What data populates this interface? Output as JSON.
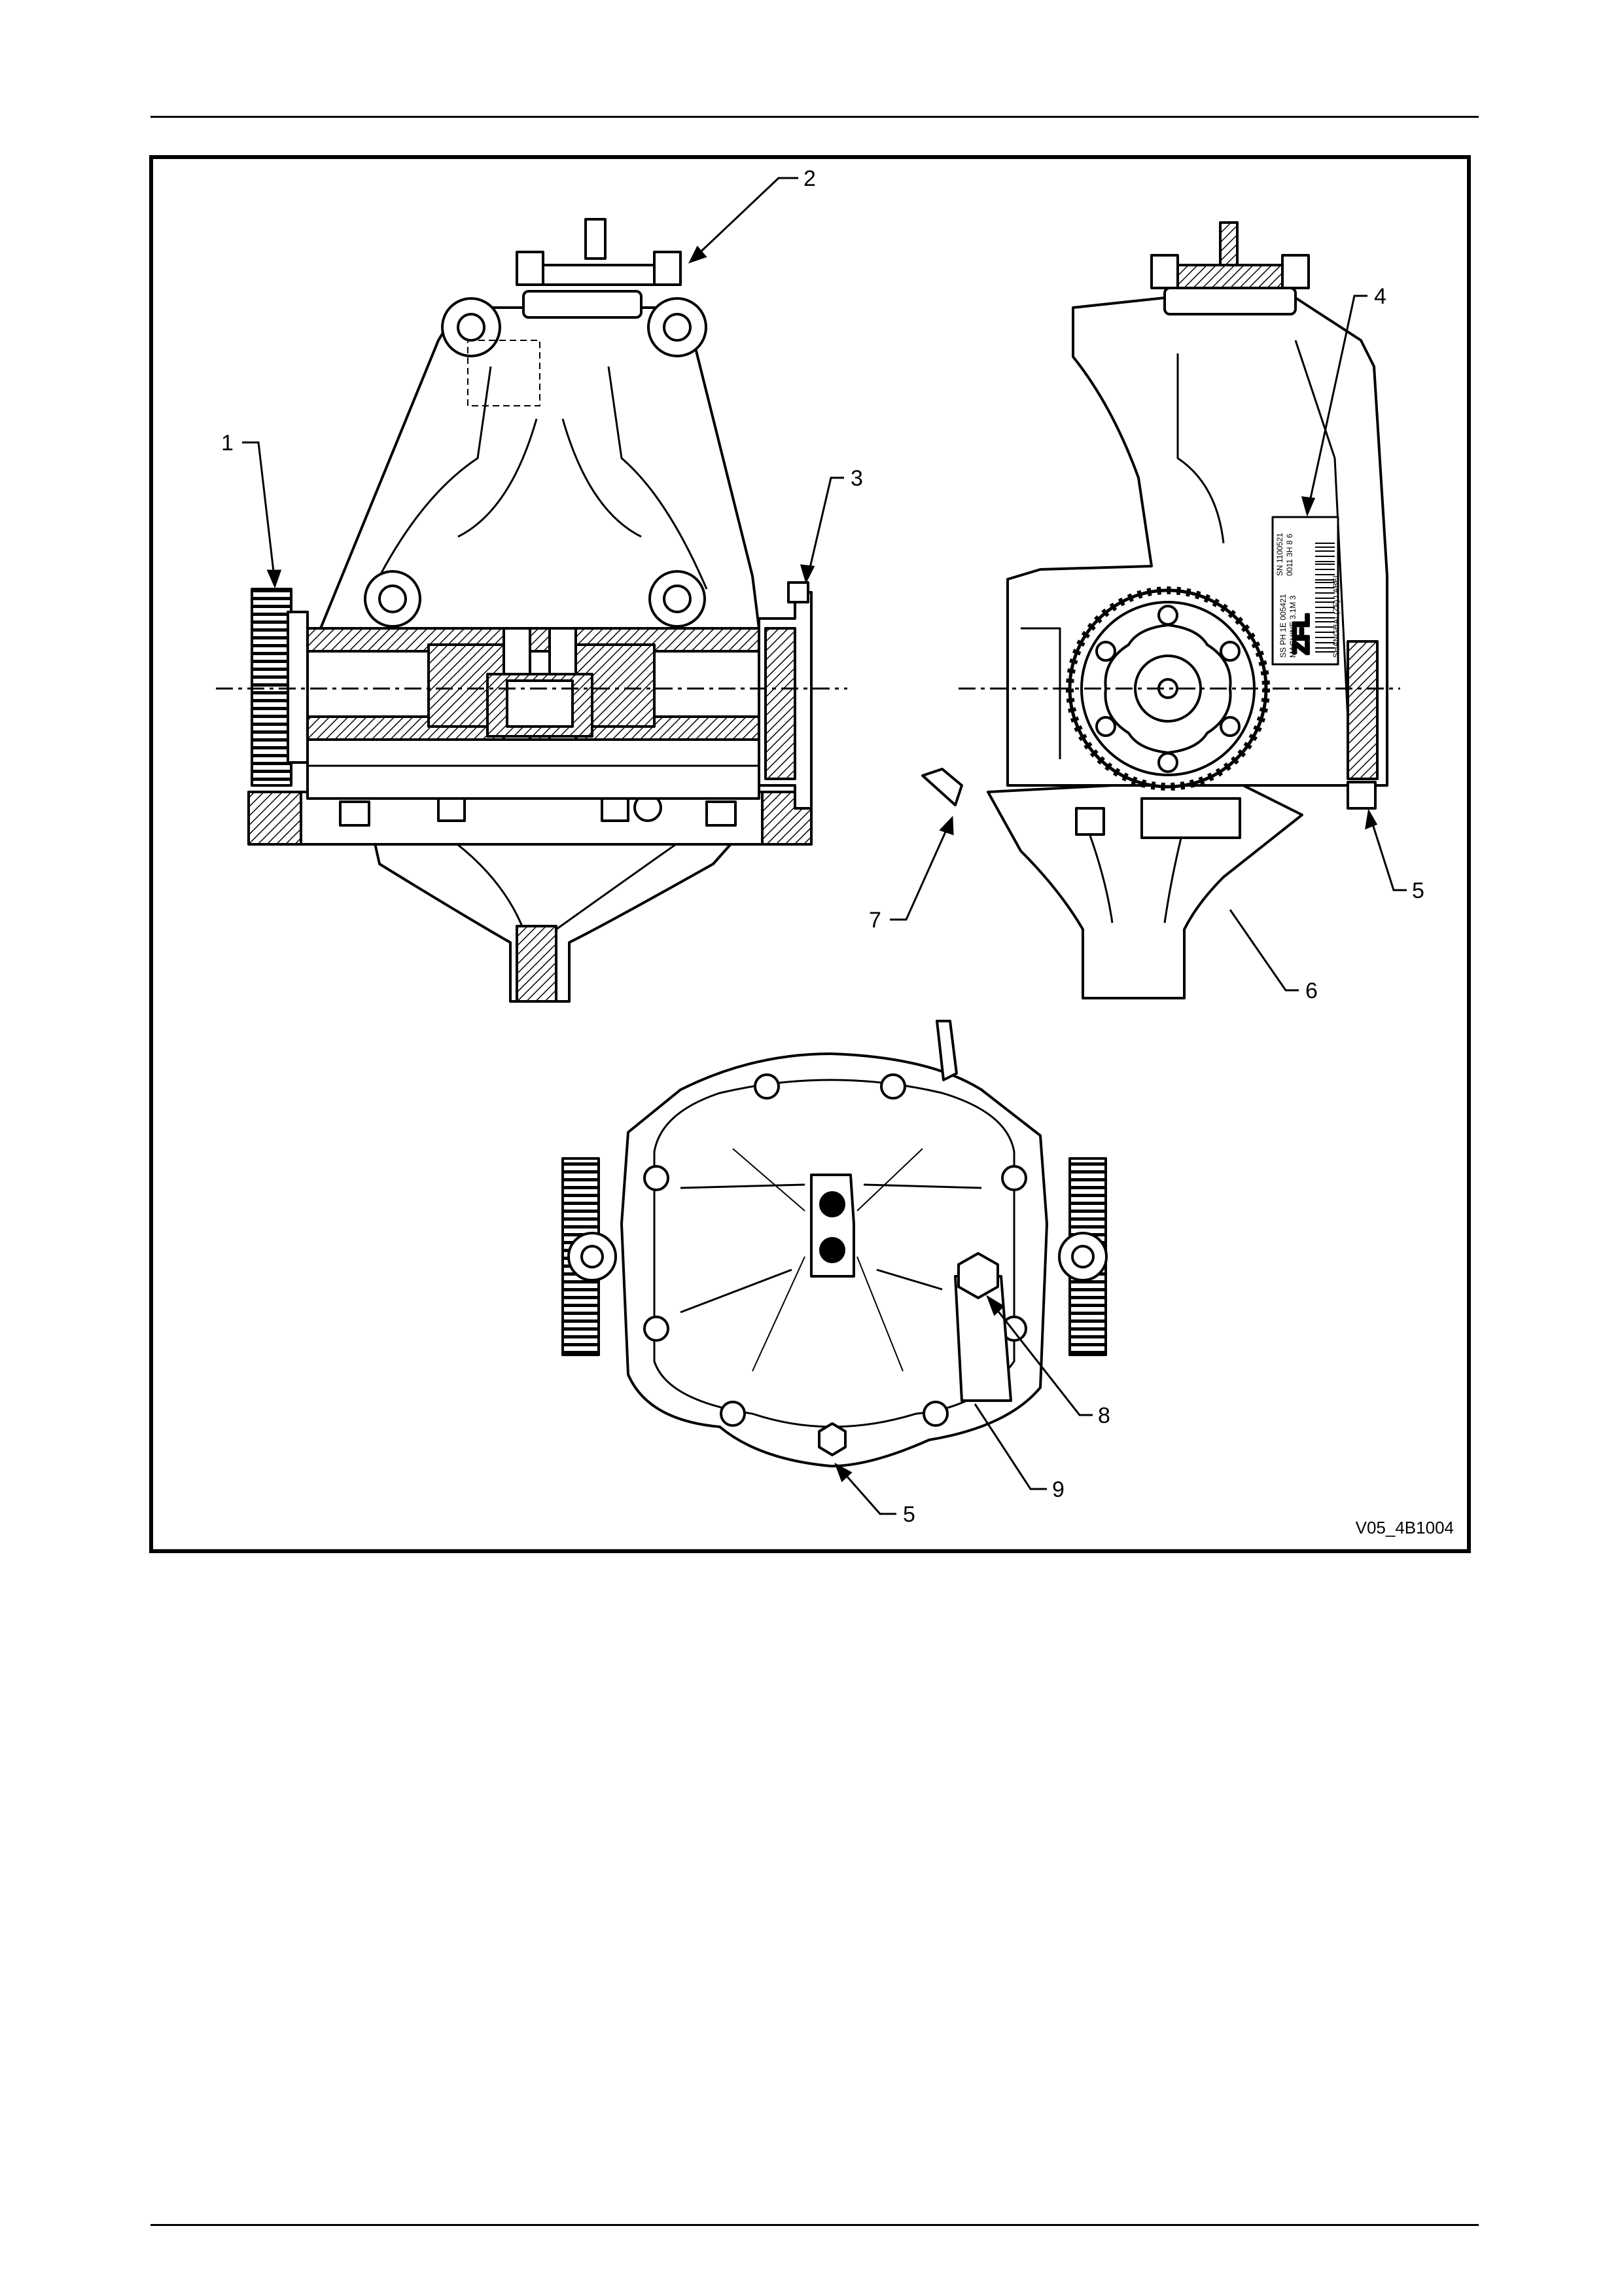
{
  "figure": {
    "code": "V05_4B1004",
    "callouts": [
      "1",
      "2",
      "3",
      "4",
      "5",
      "6",
      "7",
      "8",
      "9",
      "5"
    ],
    "label": {
      "brand": "ZFL",
      "lines": [
        "SHANGHAI (ZF) LABEL",
        "SS PH 1E 005421",
        "MACHINE 3.1M 3",
        "SN 1100521",
        "0011 3H 8 6"
      ]
    }
  }
}
